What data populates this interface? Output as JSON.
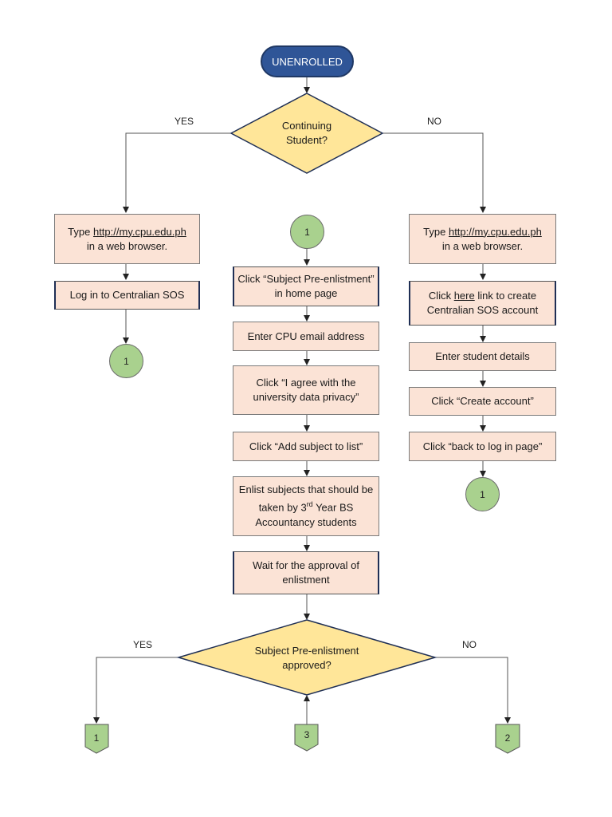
{
  "start": "UNENROLLED",
  "decision1": {
    "text": "Continuing Student?",
    "yes": "YES",
    "no": "NO"
  },
  "left": {
    "step1_pre": "Type ",
    "step1_link": "http://my.cpu.edu.ph",
    "step1_post": "in a web browser.",
    "step2": "Log in to Centralian SOS",
    "connector": "1"
  },
  "middle": {
    "connector": "1",
    "steps": [
      "Click “Subject Pre-enlistment” in home page",
      "Enter CPU email address",
      "Click “I agree with the university data privacy”",
      "Click “Add subject to list”"
    ],
    "enlist_a": "Enlist subjects that should be taken by 3",
    "enlist_sup": "rd",
    "enlist_b": " Year BS Accountancy students",
    "wait": "Wait for the approval of enlistment"
  },
  "right": {
    "step1_pre": "Type ",
    "step1_link": "http://my.cpu.edu.ph",
    "step1_post": "in a web browser.",
    "step2_pre": "Click ",
    "step2_link": "here",
    "step2_post": " link to create Centralian SOS account",
    "step3": "Enter student details",
    "step4": "Click “Create account”",
    "step5": "Click “back to log in page”",
    "connector": "1"
  },
  "decision2": {
    "text": "Subject Pre-enlistment approved?",
    "yes": "YES",
    "no": "NO"
  },
  "offpage": {
    "left": "1",
    "middle": "3",
    "right": "2"
  },
  "colors": {
    "terminal": "#2f5597",
    "process": "#fbe3d6",
    "decision": "#ffe699",
    "connector": "#a9d18e",
    "line": "#555555"
  }
}
